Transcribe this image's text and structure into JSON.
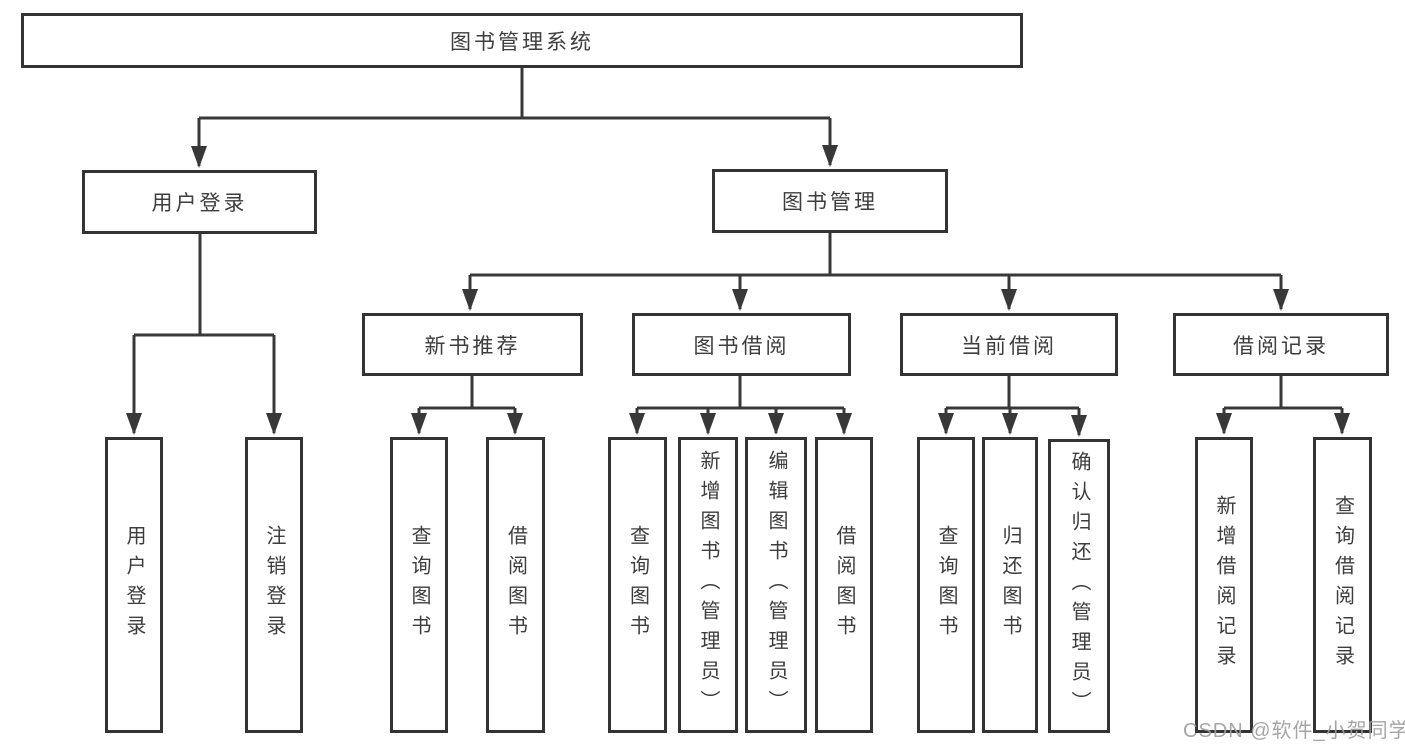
{
  "diagram": {
    "title": "图书管理系统",
    "type": "hierarchy-tree"
  },
  "nodes": {
    "root": {
      "label": "图书管理系统"
    },
    "user_login": {
      "label": "用户登录"
    },
    "book_mgmt": {
      "label": "图书管理"
    },
    "new_book_rec": {
      "label": "新书推荐"
    },
    "book_borrow": {
      "label": "图书借阅"
    },
    "current_borrow": {
      "label": "当前借阅"
    },
    "borrow_record": {
      "label": "借阅记录"
    },
    "leaf_user_login": {
      "label": "用户登录"
    },
    "leaf_logout": {
      "label": "注销登录"
    },
    "leaf_query_book_1": {
      "label": "查询图书"
    },
    "leaf_borrow_book_1": {
      "label": "借阅图书"
    },
    "leaf_query_book_2": {
      "label": "查询图书"
    },
    "leaf_add_book": {
      "label": "新增图书（管理员）"
    },
    "leaf_edit_book": {
      "label": "编辑图书（管理员）"
    },
    "leaf_borrow_book_2": {
      "label": "借阅图书"
    },
    "leaf_query_book_3": {
      "label": "查询图书"
    },
    "leaf_return_book": {
      "label": "归还图书"
    },
    "leaf_confirm_return": {
      "label": "确认归还（管理员）"
    },
    "leaf_add_record": {
      "label": "新增借阅记录"
    },
    "leaf_query_record": {
      "label": "查询借阅记录"
    }
  },
  "structure": {
    "图书管理系统": [
      "用户登录",
      "图书管理"
    ],
    "用户登录": [
      "用户登录",
      "注销登录"
    ],
    "图书管理": [
      "新书推荐",
      "图书借阅",
      "当前借阅",
      "借阅记录"
    ],
    "新书推荐": [
      "查询图书",
      "借阅图书"
    ],
    "图书借阅": [
      "查询图书",
      "新增图书（管理员）",
      "编辑图书（管理员）",
      "借阅图书"
    ],
    "当前借阅": [
      "查询图书",
      "归还图书",
      "确认归还（管理员）"
    ],
    "借阅记录": [
      "新增借阅记录",
      "查询借阅记录"
    ]
  },
  "watermark": {
    "text": "CSDN @软件_小贺同学"
  },
  "colors": {
    "background": "#ffffff",
    "box_border": "#333333",
    "line": "#383838",
    "text": "#3d3d3d",
    "watermark": "#9e9e9e"
  }
}
